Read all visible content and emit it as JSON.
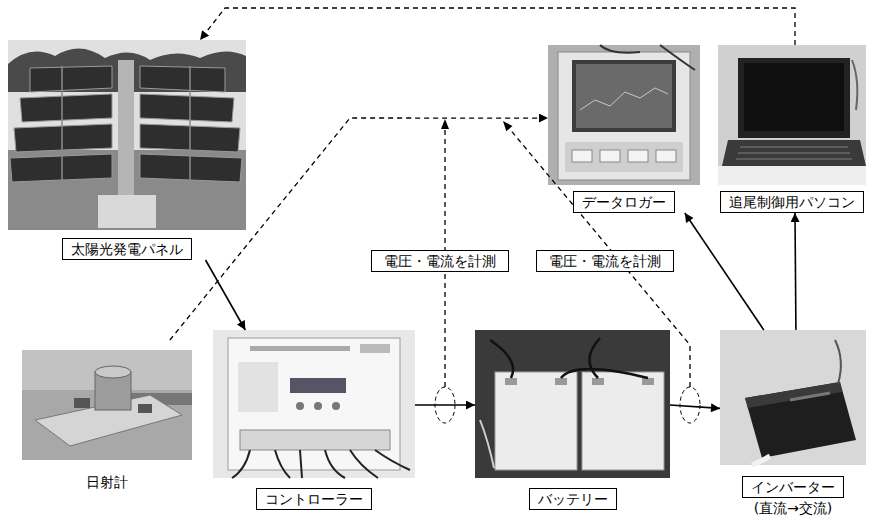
{
  "diagram": {
    "nodes": [
      {
        "text": [
          "太陽光発電パネル"
        ]
      },
      {
        "text": [
          "データロガー"
        ]
      },
      {
        "text": [
          "追尾制御用パソコン"
        ]
      },
      {
        "text": [
          "電圧・電流を計測"
        ]
      },
      {
        "text": [
          "電圧・電流を計測"
        ]
      },
      {
        "text": [
          "日射計"
        ]
      },
      {
        "text": [
          "コントローラー"
        ]
      },
      {
        "text": [
          "バッテリー"
        ]
      },
      {
        "text": [
          "インバーター",
          "(直流→交流)"
        ]
      }
    ],
    "edges": [
      {
        "from": 0,
        "to": 6,
        "arrow": "to"
      },
      {
        "from": 6,
        "to": 7,
        "arrow": "to"
      },
      {
        "from": 7,
        "to": 8,
        "arrow": "to"
      },
      {
        "from": 8,
        "to": 1,
        "arrow": "to"
      },
      {
        "from": 8,
        "to": 2,
        "arrow": "to"
      },
      {
        "from": 5,
        "to": 1,
        "arrow": "to"
      },
      {
        "from": 2,
        "to": 0,
        "arrow": "to"
      }
    ]
  }
}
